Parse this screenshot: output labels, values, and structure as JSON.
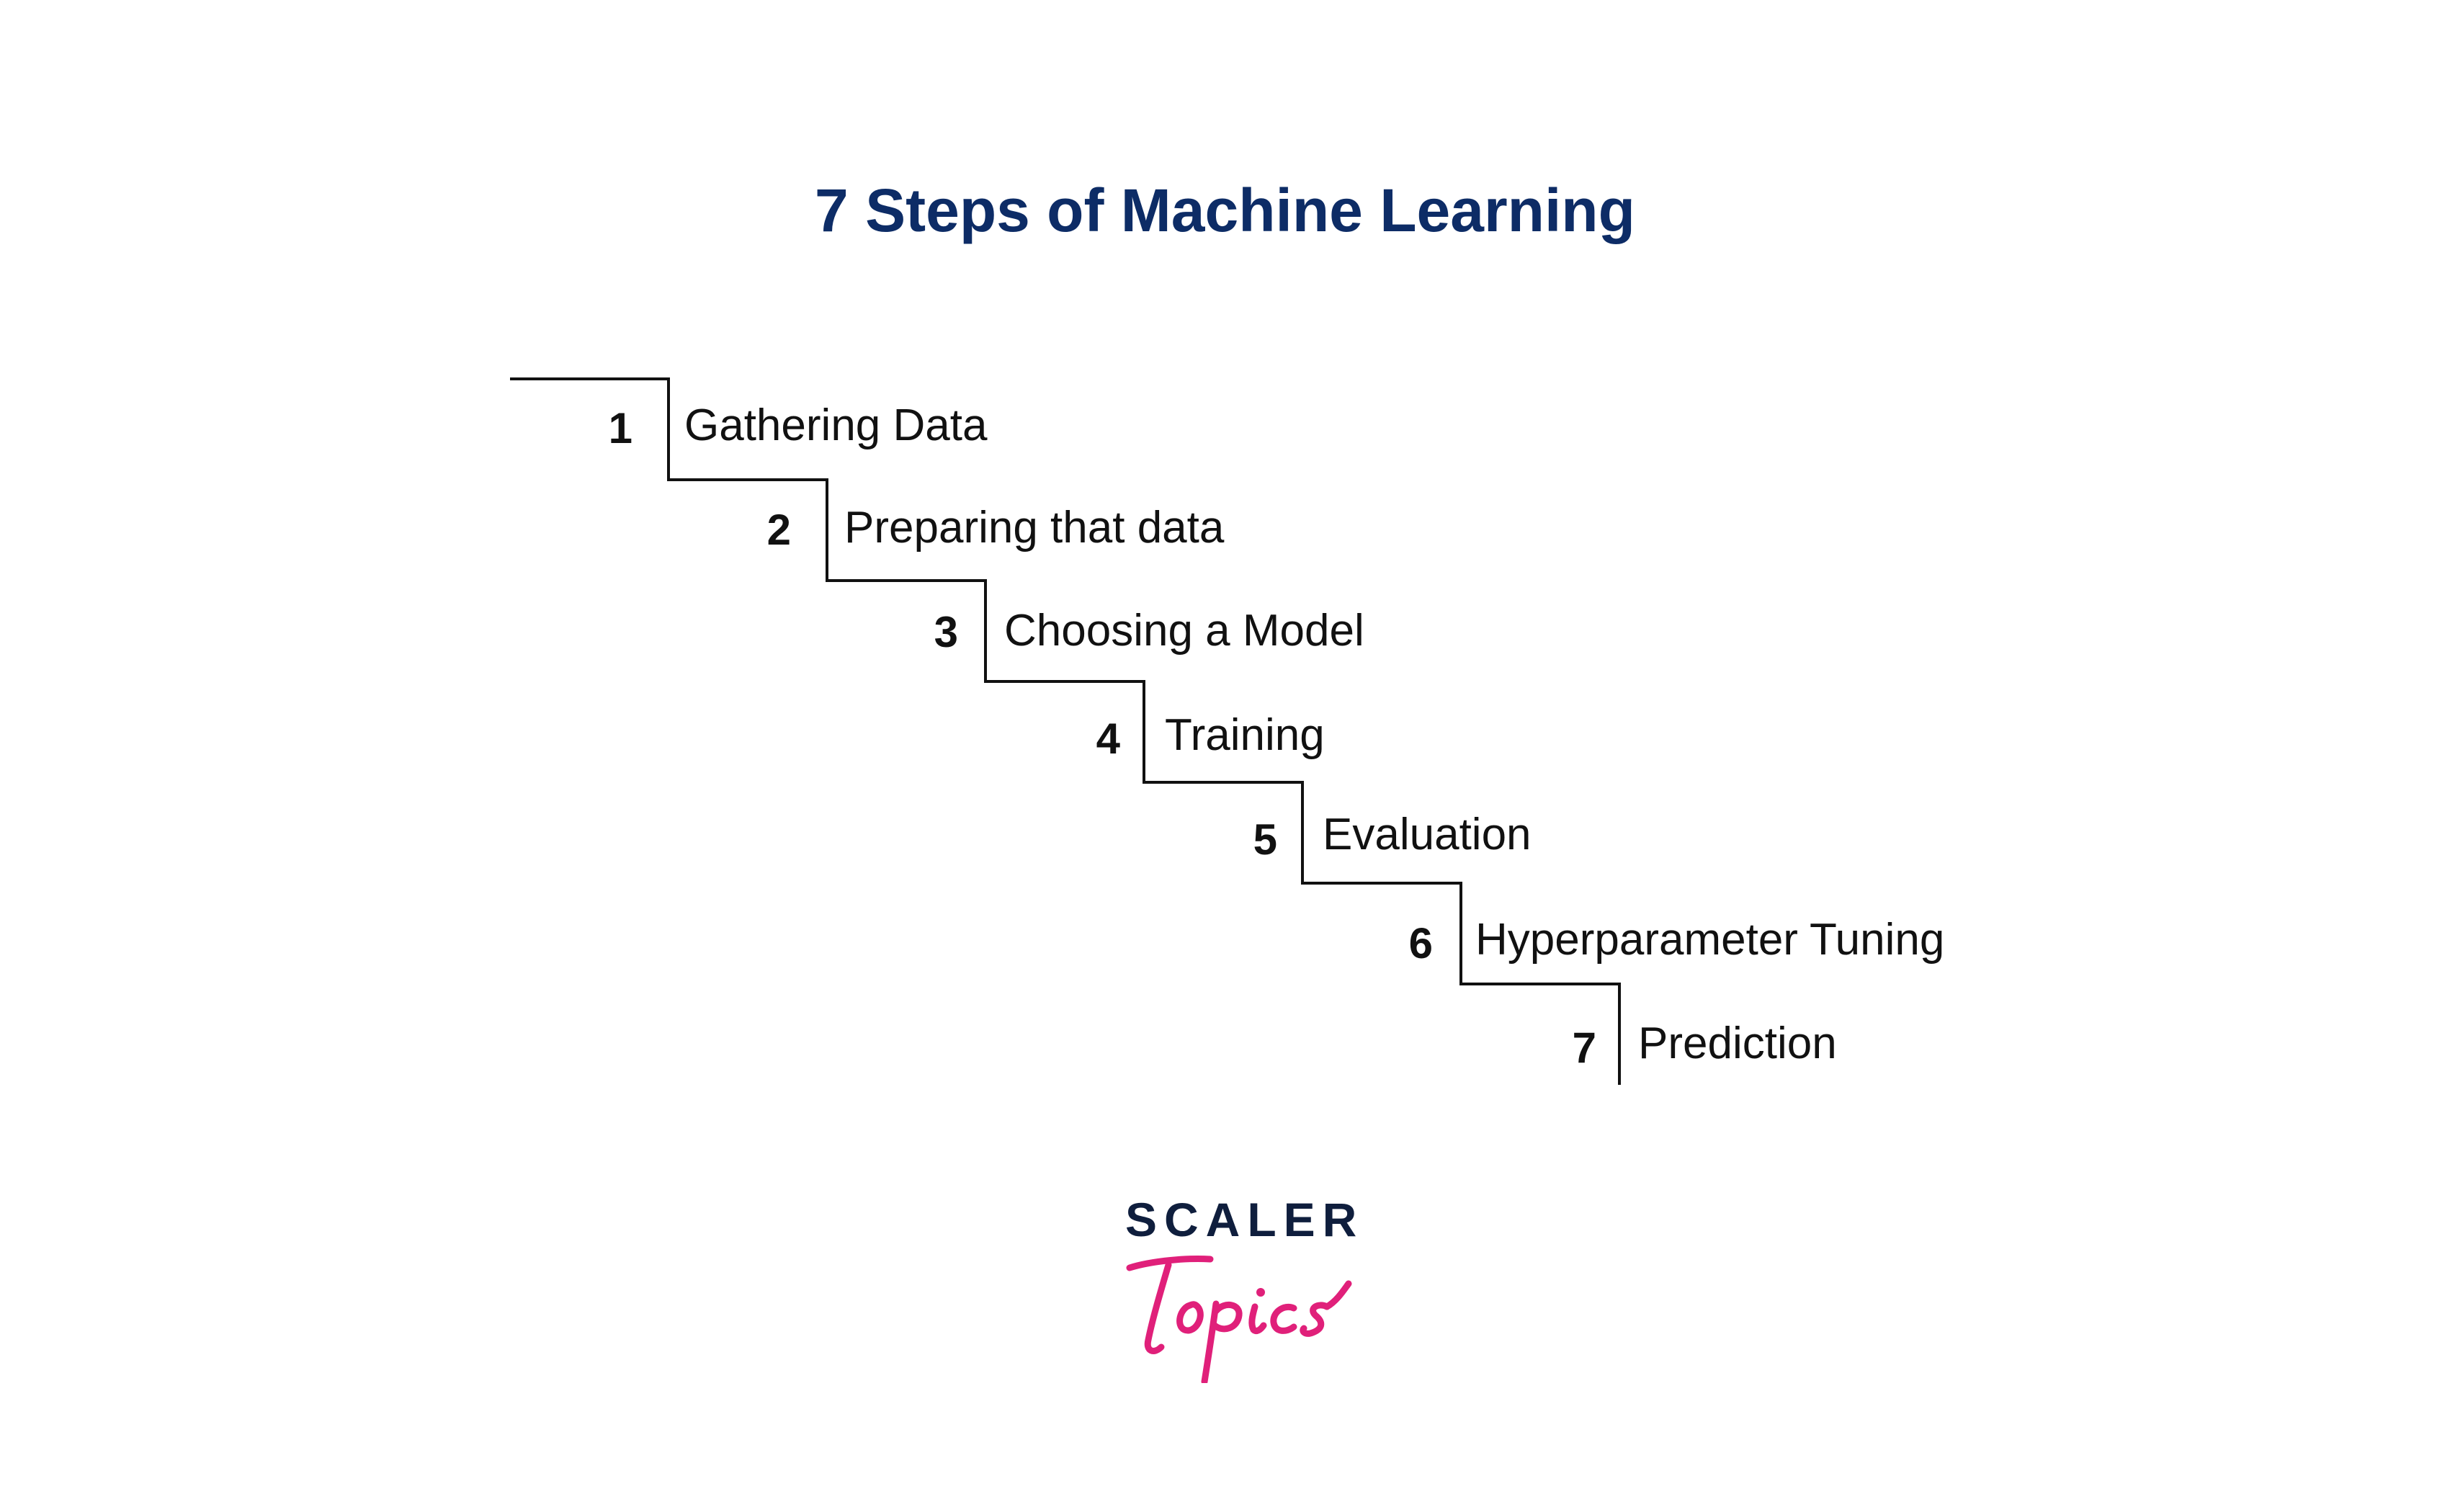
{
  "title": "7 Steps of Machine Learning",
  "steps": [
    {
      "number": "1",
      "label": "Gathering Data"
    },
    {
      "number": "2",
      "label": "Preparing that data"
    },
    {
      "number": "3",
      "label": "Choosing a Model"
    },
    {
      "number": "4",
      "label": "Training"
    },
    {
      "number": "5",
      "label": "Evaluation"
    },
    {
      "number": "6",
      "label": "Hyperparameter Tuning"
    },
    {
      "number": "7",
      "label": "Prediction"
    }
  ],
  "logo": {
    "wordmark": "SCALER",
    "script": "Topics"
  },
  "colors": {
    "title": "#0d2c66",
    "text": "#111111",
    "line": "#111111",
    "logo_dark": "#0f1e3d",
    "logo_pink": "#e0207a"
  }
}
